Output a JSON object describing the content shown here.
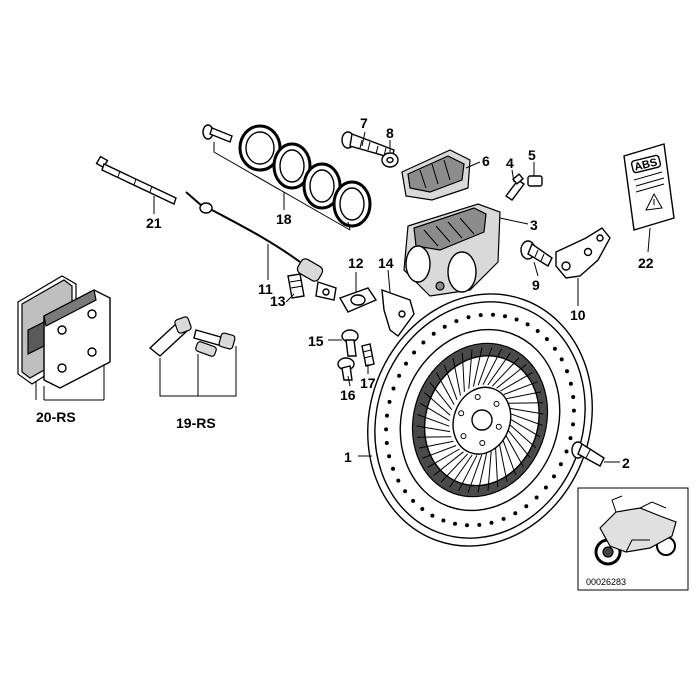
{
  "callouts": {
    "c1": "1",
    "c2": "2",
    "c3": "3",
    "c4": "4",
    "c5": "5",
    "c6": "6",
    "c7": "7",
    "c8": "8",
    "c9": "9",
    "c10": "10",
    "c11": "11",
    "c12": "12",
    "c13": "13",
    "c14": "14",
    "c15": "15",
    "c16": "16",
    "c17": "17",
    "c18": "18",
    "c19": "19-RS",
    "c20": "20-RS",
    "c21": "21",
    "c22": "22"
  },
  "abs_label": {
    "text": "ABS"
  },
  "inset": {
    "code": "00026283"
  }
}
